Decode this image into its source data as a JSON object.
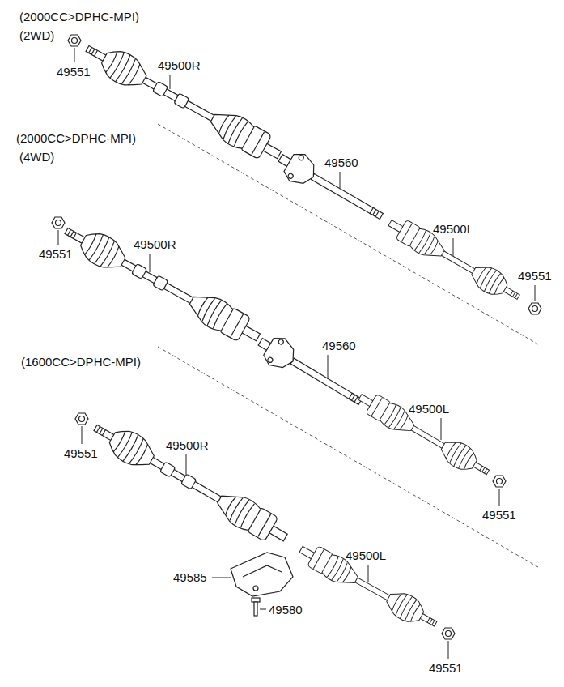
{
  "diagram": {
    "labels": [
      "(2000CC>DPHC-MPI)",
      "(2WD)",
      "49551",
      "49500R",
      "(2000CC>DPHC-MPI)",
      "(4WD)",
      "49560",
      "49500L",
      "49500R",
      "49551",
      "49551",
      "49560",
      "(1600CC>DPHC-MPI)",
      "49500L",
      "49551",
      "49500R",
      "49551",
      "49500L",
      "49585",
      "49580",
      "49551"
    ]
  }
}
